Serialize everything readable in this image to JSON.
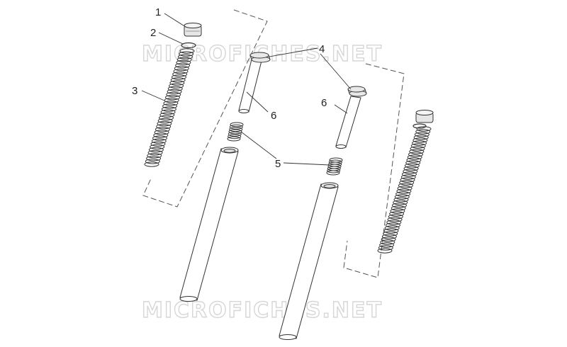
{
  "watermarks": [
    "MICROFICHES.NET",
    "MICROFICHES.NET"
  ],
  "callouts": {
    "c1": "1",
    "c2": "2",
    "c3": "3",
    "c4": "4",
    "c5": "5",
    "c6a": "6",
    "c6b": "6"
  },
  "colors": {
    "line": "#333333",
    "dash": "#555555",
    "watermark": "#d6d6d6"
  }
}
